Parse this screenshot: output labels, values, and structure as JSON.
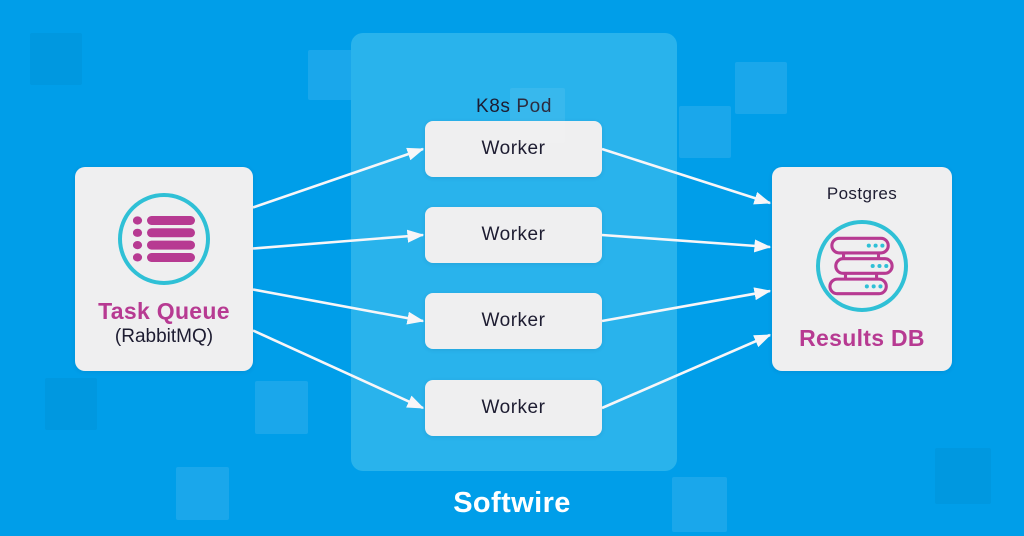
{
  "colors": {
    "background": "#009ee9",
    "pod_background": "#29b3ec",
    "card_background": "#efeff0",
    "accent_magenta": "#b73a92",
    "accent_teal": "#2fc0d6",
    "dark_text": "#1d1c31",
    "arrow": "#f7f6f8"
  },
  "diagram": {
    "task_queue": {
      "title": "Task Queue",
      "subtitle": "(RabbitMQ)",
      "icon": "list-icon"
    },
    "pod": {
      "label": "K8s Pod",
      "workers": [
        {
          "label": "Worker"
        },
        {
          "label": "Worker"
        },
        {
          "label": "Worker"
        },
        {
          "label": "Worker"
        }
      ]
    },
    "results_db": {
      "title": "Postgres",
      "label": "Results DB",
      "icon": "database-icon"
    }
  },
  "footer": {
    "brand": "Softwire"
  }
}
